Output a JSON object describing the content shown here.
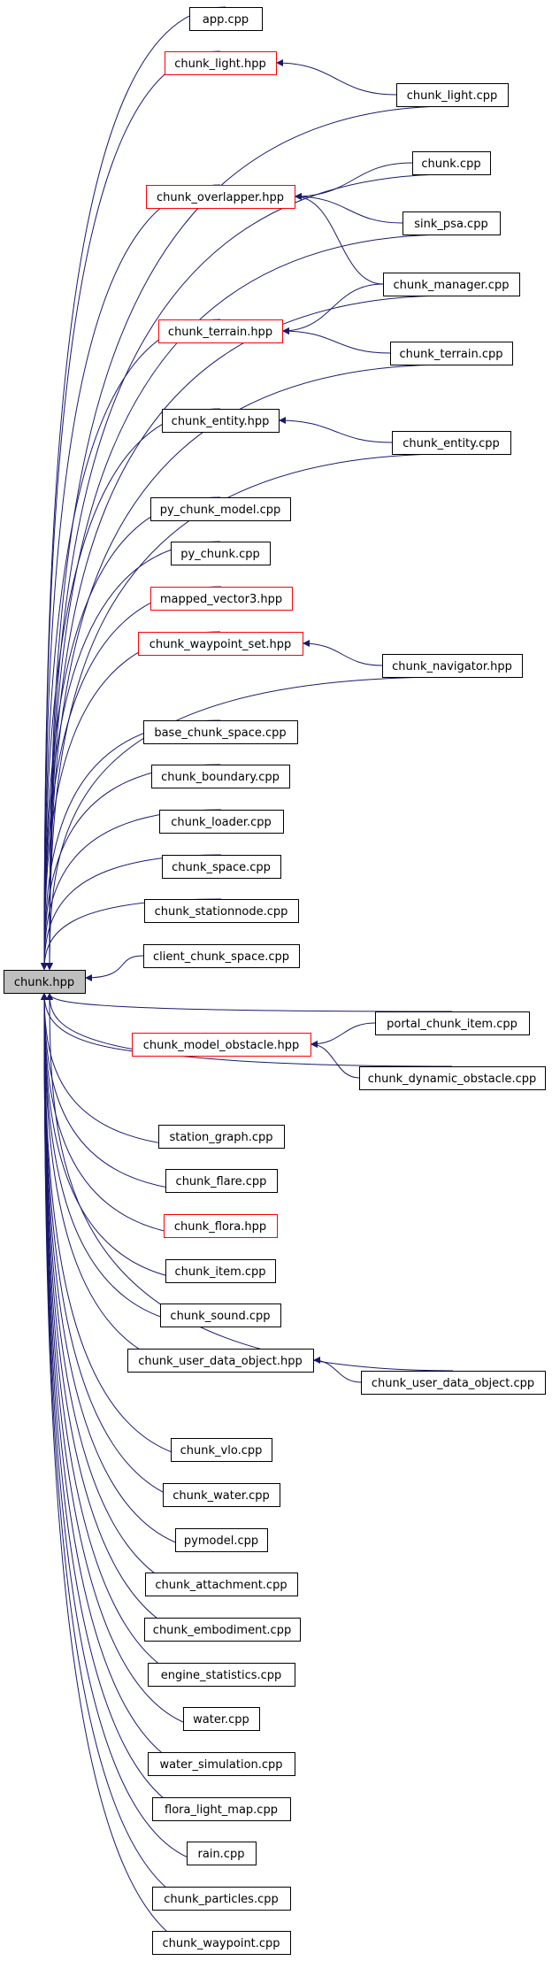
{
  "colors": {
    "edge": "#191970",
    "box_default": "#000000",
    "box_highlight": "#ff0000",
    "root_fill": "#bfbfbf"
  },
  "root": {
    "id": "chunk_hpp",
    "label": "chunk.hpp"
  },
  "nodes": [
    {
      "id": "app_cpp",
      "label": "app.cpp",
      "style": "default"
    },
    {
      "id": "chunk_light_hpp",
      "label": "chunk_light.hpp",
      "style": "highlight"
    },
    {
      "id": "chunk_light_cpp",
      "label": "chunk_light.cpp",
      "style": "default"
    },
    {
      "id": "chunk_cpp",
      "label": "chunk.cpp",
      "style": "default"
    },
    {
      "id": "chunk_overlapper_hpp",
      "label": "chunk_overlapper.hpp",
      "style": "highlight"
    },
    {
      "id": "sink_psa_cpp",
      "label": "sink_psa.cpp",
      "style": "default"
    },
    {
      "id": "chunk_manager_cpp",
      "label": "chunk_manager.cpp",
      "style": "default"
    },
    {
      "id": "chunk_terrain_hpp",
      "label": "chunk_terrain.hpp",
      "style": "highlight"
    },
    {
      "id": "chunk_terrain_cpp",
      "label": "chunk_terrain.cpp",
      "style": "default"
    },
    {
      "id": "chunk_entity_hpp",
      "label": "chunk_entity.hpp",
      "style": "default"
    },
    {
      "id": "chunk_entity_cpp",
      "label": "chunk_entity.cpp",
      "style": "default"
    },
    {
      "id": "py_chunk_model_cpp",
      "label": "py_chunk_model.cpp",
      "style": "default"
    },
    {
      "id": "py_chunk_cpp",
      "label": "py_chunk.cpp",
      "style": "default"
    },
    {
      "id": "mapped_vector3_hpp",
      "label": "mapped_vector3.hpp",
      "style": "highlight"
    },
    {
      "id": "chunk_waypoint_set_hpp",
      "label": "chunk_waypoint_set.hpp",
      "style": "highlight"
    },
    {
      "id": "chunk_navigator_hpp",
      "label": "chunk_navigator.hpp",
      "style": "default"
    },
    {
      "id": "base_chunk_space_cpp",
      "label": "base_chunk_space.cpp",
      "style": "default"
    },
    {
      "id": "chunk_boundary_cpp",
      "label": "chunk_boundary.cpp",
      "style": "default"
    },
    {
      "id": "chunk_loader_cpp",
      "label": "chunk_loader.cpp",
      "style": "default"
    },
    {
      "id": "chunk_space_cpp",
      "label": "chunk_space.cpp",
      "style": "default"
    },
    {
      "id": "chunk_stationnode_cpp",
      "label": "chunk_stationnode.cpp",
      "style": "default"
    },
    {
      "id": "client_chunk_space_cpp",
      "label": "client_chunk_space.cpp",
      "style": "default"
    },
    {
      "id": "portal_chunk_item_cpp",
      "label": "portal_chunk_item.cpp",
      "style": "default"
    },
    {
      "id": "chunk_model_obstacle_hpp",
      "label": "chunk_model_obstacle.hpp",
      "style": "highlight"
    },
    {
      "id": "chunk_dynamic_obstacle_cpp",
      "label": "chunk_dynamic_obstacle.cpp",
      "style": "default"
    },
    {
      "id": "station_graph_cpp",
      "label": "station_graph.cpp",
      "style": "default"
    },
    {
      "id": "chunk_flare_cpp",
      "label": "chunk_flare.cpp",
      "style": "default"
    },
    {
      "id": "chunk_flora_hpp",
      "label": "chunk_flora.hpp",
      "style": "highlight"
    },
    {
      "id": "chunk_item_cpp",
      "label": "chunk_item.cpp",
      "style": "default"
    },
    {
      "id": "chunk_sound_cpp",
      "label": "chunk_sound.cpp",
      "style": "default"
    },
    {
      "id": "chunk_user_data_object_hpp",
      "label": "chunk_user_data_object.hpp",
      "style": "default"
    },
    {
      "id": "chunk_user_data_object_cpp",
      "label": "chunk_user_data_object.cpp",
      "style": "default"
    },
    {
      "id": "chunk_vlo_cpp",
      "label": "chunk_vlo.cpp",
      "style": "default"
    },
    {
      "id": "chunk_water_cpp",
      "label": "chunk_water.cpp",
      "style": "default"
    },
    {
      "id": "pymodel_cpp",
      "label": "pymodel.cpp",
      "style": "default"
    },
    {
      "id": "chunk_attachment_cpp",
      "label": "chunk_attachment.cpp",
      "style": "default"
    },
    {
      "id": "chunk_embodiment_cpp",
      "label": "chunk_embodiment.cpp",
      "style": "default"
    },
    {
      "id": "engine_statistics_cpp",
      "label": "engine_statistics.cpp",
      "style": "default"
    },
    {
      "id": "water_cpp",
      "label": "water.cpp",
      "style": "default"
    },
    {
      "id": "water_simulation_cpp",
      "label": "water_simulation.cpp",
      "style": "default"
    },
    {
      "id": "flora_light_map_cpp",
      "label": "flora_light_map.cpp",
      "style": "default"
    },
    {
      "id": "rain_cpp",
      "label": "rain.cpp",
      "style": "default"
    },
    {
      "id": "chunk_particles_cpp",
      "label": "chunk_particles.cpp",
      "style": "default"
    },
    {
      "id": "chunk_waypoint_cpp",
      "label": "chunk_waypoint.cpp",
      "style": "default"
    }
  ],
  "edges": [
    {
      "from": "app_cpp",
      "to": "chunk_hpp"
    },
    {
      "from": "chunk_light_hpp",
      "to": "chunk_hpp"
    },
    {
      "from": "chunk_light_cpp",
      "to": "chunk_light_hpp"
    },
    {
      "from": "chunk_light_cpp",
      "to": "chunk_hpp"
    },
    {
      "from": "chunk_cpp",
      "to": "chunk_hpp"
    },
    {
      "from": "chunk_cpp",
      "to": "chunk_overlapper_hpp"
    },
    {
      "from": "chunk_overlapper_hpp",
      "to": "chunk_hpp"
    },
    {
      "from": "sink_psa_cpp",
      "to": "chunk_overlapper_hpp"
    },
    {
      "from": "sink_psa_cpp",
      "to": "chunk_hpp"
    },
    {
      "from": "chunk_manager_cpp",
      "to": "chunk_overlapper_hpp"
    },
    {
      "from": "chunk_manager_cpp",
      "to": "chunk_terrain_hpp"
    },
    {
      "from": "chunk_manager_cpp",
      "to": "chunk_hpp"
    },
    {
      "from": "chunk_terrain_hpp",
      "to": "chunk_hpp"
    },
    {
      "from": "chunk_terrain_cpp",
      "to": "chunk_terrain_hpp"
    },
    {
      "from": "chunk_terrain_cpp",
      "to": "chunk_hpp"
    },
    {
      "from": "chunk_entity_hpp",
      "to": "chunk_hpp"
    },
    {
      "from": "chunk_entity_cpp",
      "to": "chunk_entity_hpp"
    },
    {
      "from": "chunk_entity_cpp",
      "to": "chunk_hpp"
    },
    {
      "from": "py_chunk_model_cpp",
      "to": "chunk_hpp"
    },
    {
      "from": "py_chunk_cpp",
      "to": "chunk_hpp"
    },
    {
      "from": "mapped_vector3_hpp",
      "to": "chunk_hpp"
    },
    {
      "from": "chunk_waypoint_set_hpp",
      "to": "chunk_hpp"
    },
    {
      "from": "chunk_navigator_hpp",
      "to": "chunk_waypoint_set_hpp"
    },
    {
      "from": "chunk_navigator_hpp",
      "to": "chunk_hpp"
    },
    {
      "from": "base_chunk_space_cpp",
      "to": "chunk_hpp"
    },
    {
      "from": "chunk_boundary_cpp",
      "to": "chunk_hpp"
    },
    {
      "from": "chunk_loader_cpp",
      "to": "chunk_hpp"
    },
    {
      "from": "chunk_space_cpp",
      "to": "chunk_hpp"
    },
    {
      "from": "chunk_stationnode_cpp",
      "to": "chunk_hpp"
    },
    {
      "from": "client_chunk_space_cpp",
      "to": "chunk_hpp"
    },
    {
      "from": "portal_chunk_item_cpp",
      "to": "chunk_hpp"
    },
    {
      "from": "portal_chunk_item_cpp",
      "to": "chunk_model_obstacle_hpp"
    },
    {
      "from": "chunk_model_obstacle_hpp",
      "to": "chunk_hpp"
    },
    {
      "from": "chunk_dynamic_obstacle_cpp",
      "to": "chunk_model_obstacle_hpp"
    },
    {
      "from": "chunk_dynamic_obstacle_cpp",
      "to": "chunk_hpp"
    },
    {
      "from": "station_graph_cpp",
      "to": "chunk_hpp"
    },
    {
      "from": "chunk_flare_cpp",
      "to": "chunk_hpp"
    },
    {
      "from": "chunk_flora_hpp",
      "to": "chunk_hpp"
    },
    {
      "from": "chunk_item_cpp",
      "to": "chunk_hpp"
    },
    {
      "from": "chunk_sound_cpp",
      "to": "chunk_hpp"
    },
    {
      "from": "chunk_user_data_object_hpp",
      "to": "chunk_hpp"
    },
    {
      "from": "chunk_user_data_object_cpp",
      "to": "chunk_user_data_object_hpp"
    },
    {
      "from": "chunk_user_data_object_cpp",
      "to": "chunk_hpp"
    },
    {
      "from": "chunk_vlo_cpp",
      "to": "chunk_hpp"
    },
    {
      "from": "chunk_water_cpp",
      "to": "chunk_hpp"
    },
    {
      "from": "pymodel_cpp",
      "to": "chunk_hpp"
    },
    {
      "from": "chunk_attachment_cpp",
      "to": "chunk_hpp"
    },
    {
      "from": "chunk_embodiment_cpp",
      "to": "chunk_hpp"
    },
    {
      "from": "engine_statistics_cpp",
      "to": "chunk_hpp"
    },
    {
      "from": "water_cpp",
      "to": "chunk_hpp"
    },
    {
      "from": "water_simulation_cpp",
      "to": "chunk_hpp"
    },
    {
      "from": "flora_light_map_cpp",
      "to": "chunk_hpp"
    },
    {
      "from": "rain_cpp",
      "to": "chunk_hpp"
    },
    {
      "from": "chunk_particles_cpp",
      "to": "chunk_hpp"
    },
    {
      "from": "chunk_waypoint_cpp",
      "to": "chunk_hpp"
    }
  ]
}
